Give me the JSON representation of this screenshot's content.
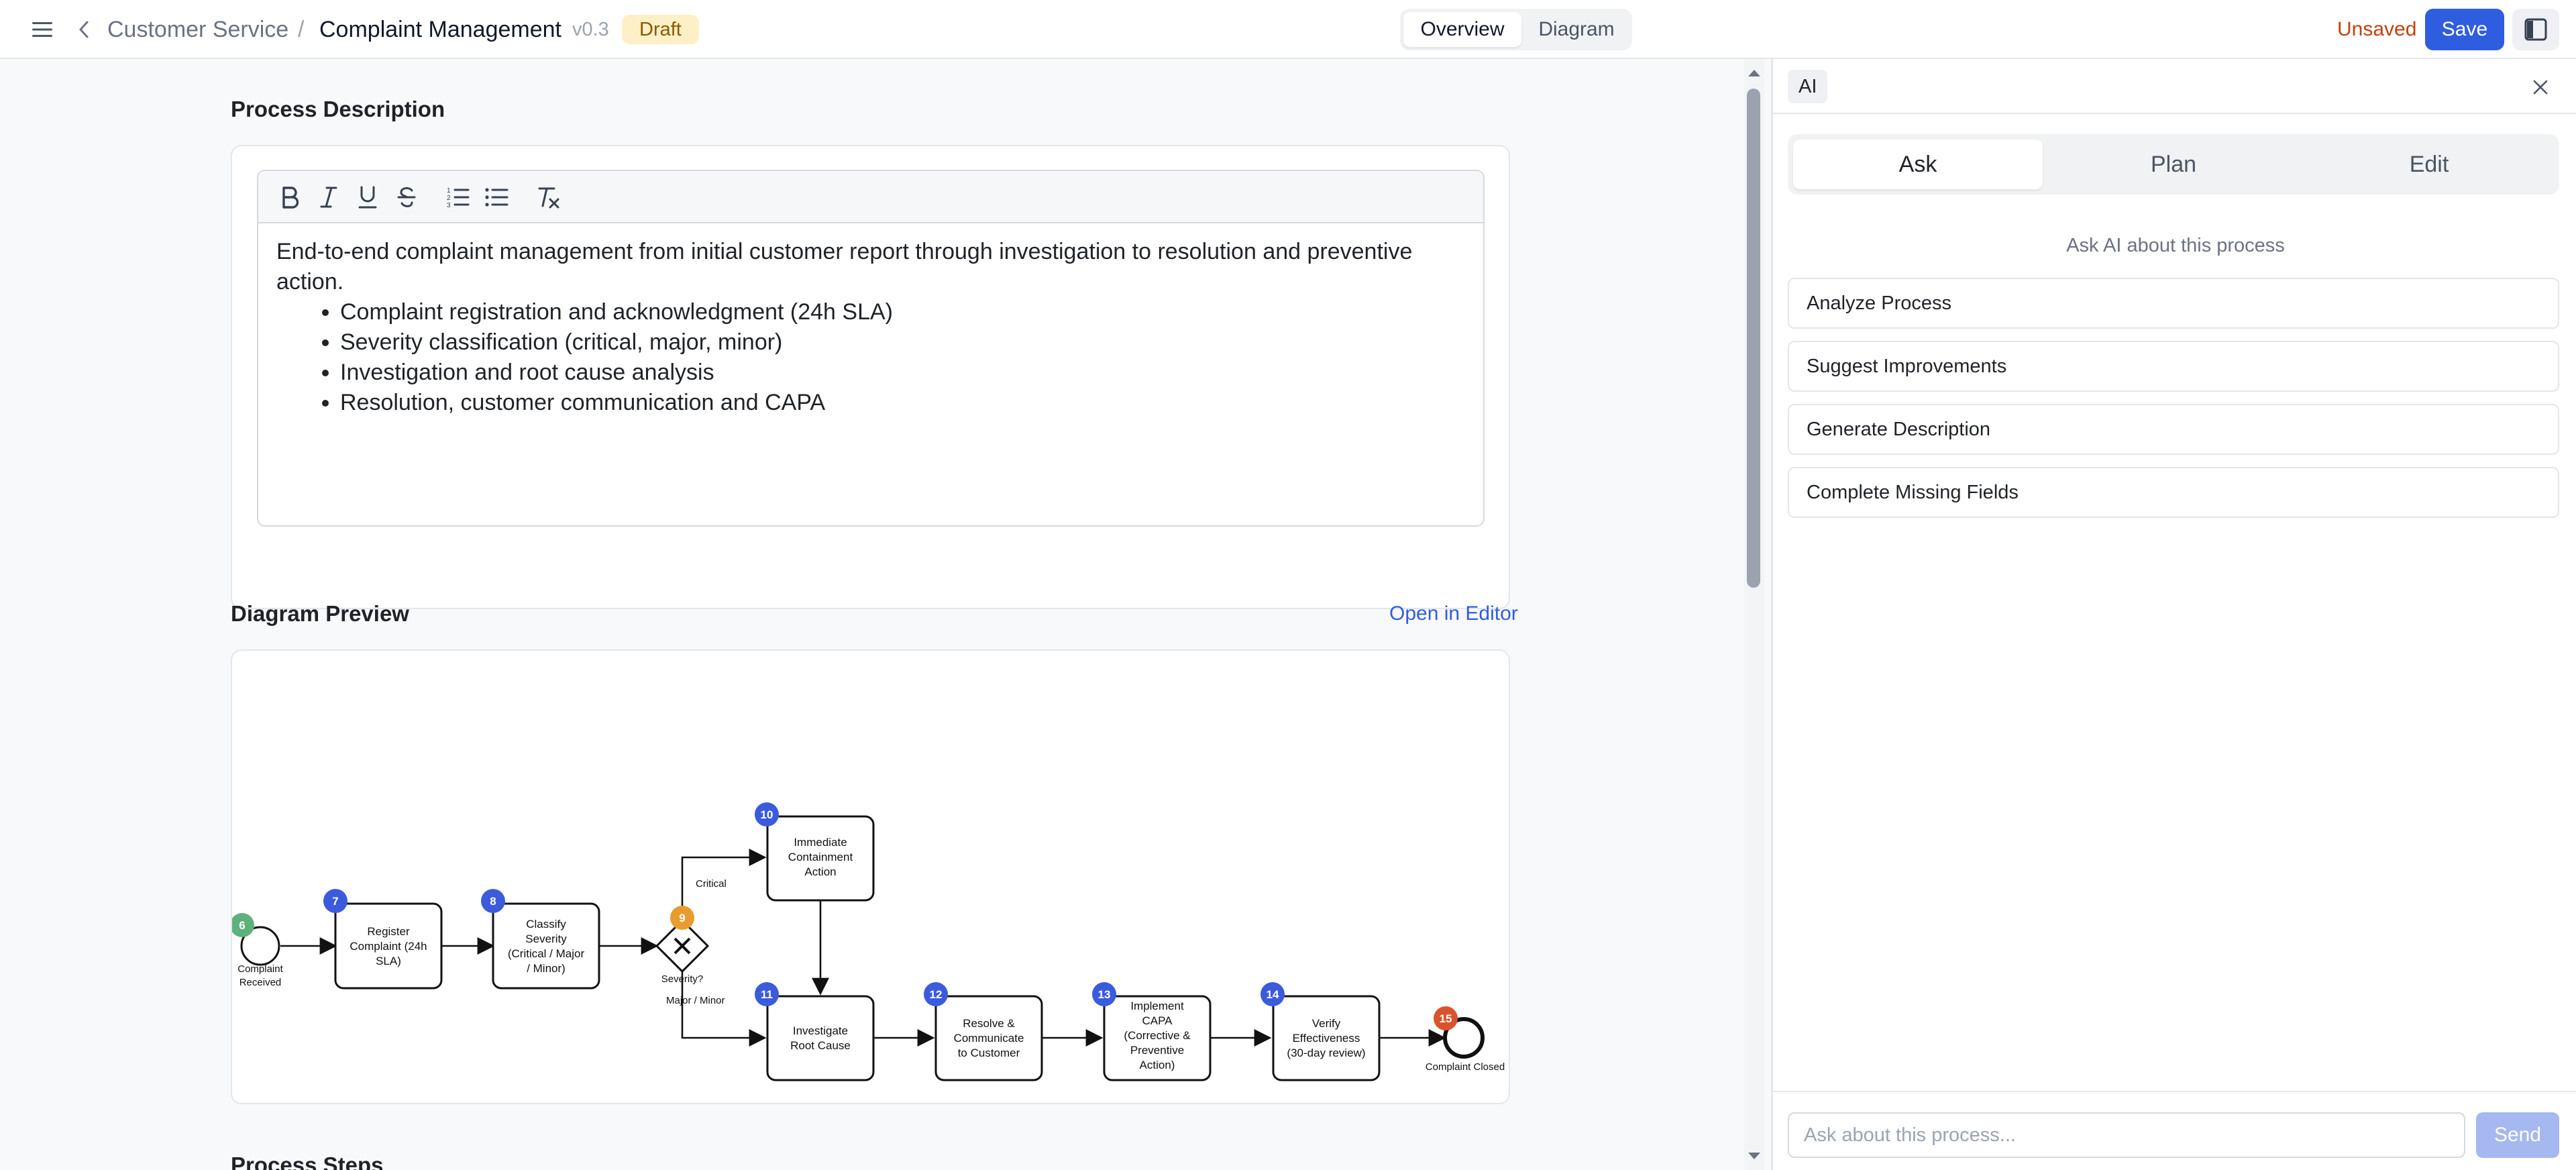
{
  "header": {
    "parent": "Customer Service",
    "separator": "/",
    "title": "Complaint Management",
    "version": "v0.3",
    "status": "Draft",
    "view_tabs": [
      "Overview",
      "Diagram"
    ],
    "active_view": "Overview",
    "unsaved": "Unsaved",
    "save": "Save"
  },
  "description": {
    "heading": "Process Description",
    "intro": "End-to-end complaint management from initial customer report through investigation to resolution and preventive action.",
    "bullets": [
      "Complaint registration and acknowledgment (24h SLA)",
      "Severity classification (critical, major, minor)",
      "Investigation and root cause analysis",
      "Resolution, customer communication and CAPA"
    ],
    "toolbar": [
      "bold-icon",
      "italic-icon",
      "underline-icon",
      "strikethrough-icon",
      "ordered-list-icon",
      "bullet-list-icon",
      "clear-format-icon"
    ]
  },
  "diagram": {
    "heading": "Diagram Preview",
    "open_editor": "Open in Editor",
    "start_event": {
      "badge": "6",
      "label_lines": [
        "Complaint",
        "Received"
      ]
    },
    "tasks": [
      {
        "badge": "7",
        "lines": [
          "Register",
          "Complaint (24h",
          "SLA)"
        ]
      },
      {
        "badge": "8",
        "lines": [
          "Classify",
          "Severity",
          "(Critical / Major",
          "/ Minor)"
        ]
      },
      {
        "badge": "10",
        "lines": [
          "Immediate",
          "Containment",
          "Action"
        ]
      },
      {
        "badge": "11",
        "lines": [
          "Investigate",
          "Root Cause"
        ]
      },
      {
        "badge": "12",
        "lines": [
          "Resolve &",
          "Communicate",
          "to Customer"
        ]
      },
      {
        "badge": "13",
        "lines": [
          "Implement",
          "CAPA",
          "(Corrective &",
          "Preventive",
          "Action)"
        ]
      },
      {
        "badge": "14",
        "lines": [
          "Verify",
          "Effectiveness",
          "(30-day review)"
        ]
      }
    ],
    "gateway": {
      "badge": "9",
      "label": "Severity?",
      "branch_critical": "Critical",
      "branch_other": "Major / Minor"
    },
    "end_event": {
      "badge": "15",
      "label": "Complaint Closed"
    },
    "colors": {
      "start": "#5fb07a",
      "task": "#3b5bdb",
      "gateway": "#e89b2e",
      "end": "#d9532c"
    }
  },
  "next_section": "Process Steps",
  "ai_panel": {
    "chip": "AI",
    "tabs": [
      "Ask",
      "Plan",
      "Edit"
    ],
    "active_tab": "Ask",
    "hint": "Ask AI about this process",
    "quick_actions": [
      "Analyze Process",
      "Suggest Improvements",
      "Generate Description",
      "Complete Missing Fields"
    ],
    "input_placeholder": "Ask about this process...",
    "send": "Send"
  }
}
